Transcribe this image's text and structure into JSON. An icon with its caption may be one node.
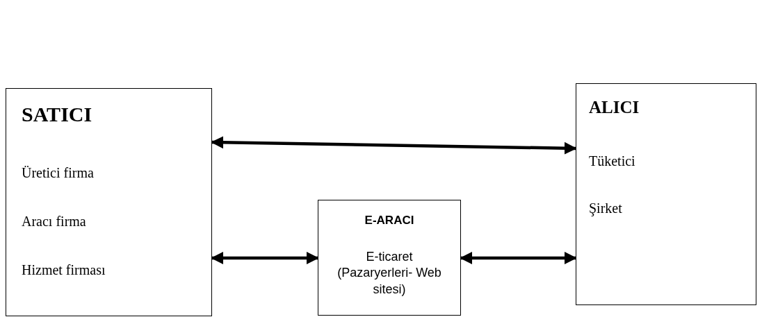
{
  "diagram": {
    "nodes": [
      {
        "text": [
          "SATICI",
          "Üretici firma",
          "Aracı firma",
          "Hizmet firması"
        ]
      },
      {
        "text": [
          "E-ARACI",
          "E-ticaret (Pazaryerleri- Web sitesi)"
        ]
      },
      {
        "text": [
          "ALICI",
          "Tüketici",
          "Şirket"
        ]
      }
    ],
    "edges": [
      {
        "from": 0,
        "to": 2,
        "arrow": "both"
      },
      {
        "from": 0,
        "to": 1,
        "arrow": "both"
      },
      {
        "from": 1,
        "to": 2,
        "arrow": "both"
      }
    ]
  }
}
